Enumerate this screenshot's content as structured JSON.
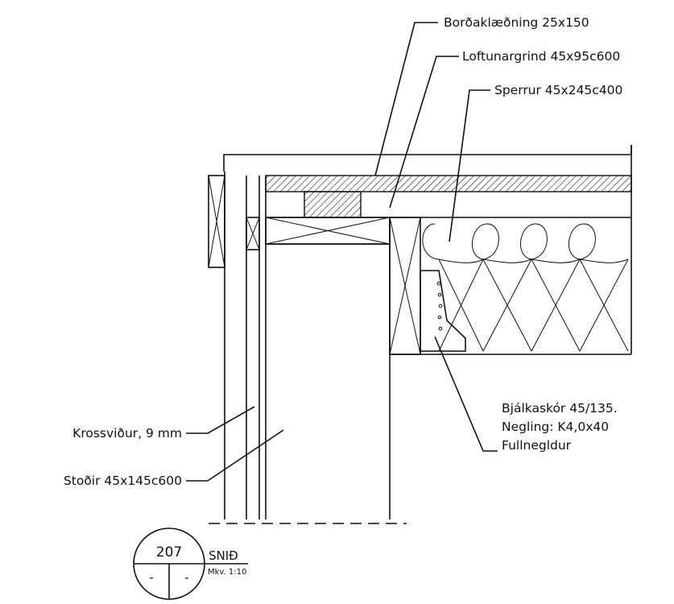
{
  "labels": {
    "bordaklaedning": "Borðaklæðning 25x150",
    "loftunargrind": "Loftunargrind 45x95c600",
    "sperrur": "Sperrur 45x245c400",
    "bjalkaskor": "Bjálkaskór 45/135.",
    "negling": "Negling: K4,0x40",
    "fullnegldur": "Fullnegldur",
    "krossvidur": "Krossviður, 9 mm",
    "stodir": "Stoðir 45x145c600"
  },
  "section_tag": {
    "number": "207",
    "title": "SNIÐ",
    "scale": "Mkv. 1:10",
    "sub_left": "-",
    "sub_right": "-"
  }
}
